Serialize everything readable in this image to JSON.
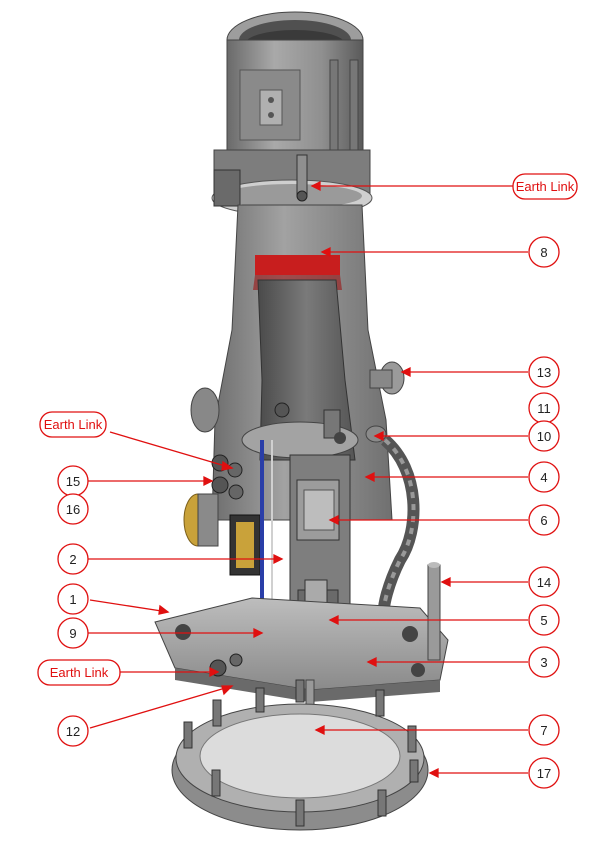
{
  "diagram": {
    "callouts": [
      {
        "id": "earth-link-top",
        "label": "Earth Link"
      },
      {
        "id": "c8",
        "label": "8"
      },
      {
        "id": "c13",
        "label": "13"
      },
      {
        "id": "c11",
        "label": "11"
      },
      {
        "id": "c10",
        "label": "10"
      },
      {
        "id": "earth-link-left",
        "label": "Earth Link"
      },
      {
        "id": "c15",
        "label": "15"
      },
      {
        "id": "c16",
        "label": "16"
      },
      {
        "id": "c4",
        "label": "4"
      },
      {
        "id": "c6",
        "label": "6"
      },
      {
        "id": "c2",
        "label": "2"
      },
      {
        "id": "c14",
        "label": "14"
      },
      {
        "id": "c1",
        "label": "1"
      },
      {
        "id": "c5",
        "label": "5"
      },
      {
        "id": "c9",
        "label": "9"
      },
      {
        "id": "c3",
        "label": "3"
      },
      {
        "id": "earth-link-bottom",
        "label": "Earth Link"
      },
      {
        "id": "c12",
        "label": "12"
      },
      {
        "id": "c7",
        "label": "7"
      },
      {
        "id": "c17",
        "label": "17"
      }
    ],
    "colors": {
      "callout": "#e01010",
      "metal_light": "#b8b8b8",
      "metal_mid": "#8c8c8c",
      "metal_dark": "#5e5e5e",
      "metal_shadow": "#3c3c3c",
      "red_band": "#c81e1e",
      "blue_wire": "#2a3ea8",
      "brass": "#c9a23a"
    }
  }
}
